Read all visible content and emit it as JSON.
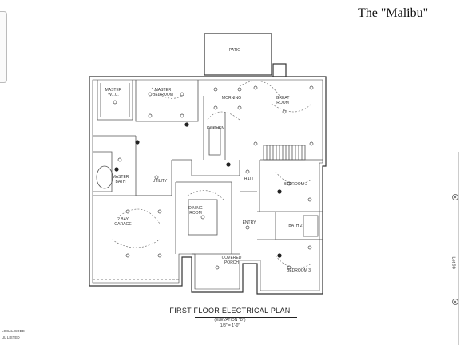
{
  "title": "The \"Malibu\"",
  "plan": {
    "heading": "FIRST FLOOR ELECTRICAL PLAN",
    "elevation": "(ELEVATION \"D\")",
    "scale": "1/8\" = 1'-0\""
  },
  "rooms": {
    "patio": "PATIO",
    "morning": "MORNING",
    "great_room_1": "GREAT",
    "great_room_2": "ROOM",
    "master_wic_1": "MASTER",
    "master_wic_2": "W.I.C.",
    "master_bedroom_1": "MASTER",
    "master_bedroom_2": "BEDROOM",
    "kitchen": "KITCHEN",
    "master_bath_1": "MASTER",
    "master_bath_2": "BATH",
    "utility": "UTILITY",
    "hall": "HALL",
    "bedroom2": "BEDROOM 2",
    "dining_1": "DINING",
    "dining_2": "ROOM",
    "garage_1": "2 BAY",
    "garage_2": "GARAGE",
    "entry": "ENTRY",
    "bath2": "BATH 2",
    "covered_porch_1": "COVERED",
    "covered_porch_2": "PORCH",
    "bedroom3": "BEDROOM 3"
  },
  "margin_notes": {
    "note1": "LOCAL CODE",
    "note2": "UL LISTED"
  },
  "sidebar": {
    "lot_label": "Lot 98"
  }
}
